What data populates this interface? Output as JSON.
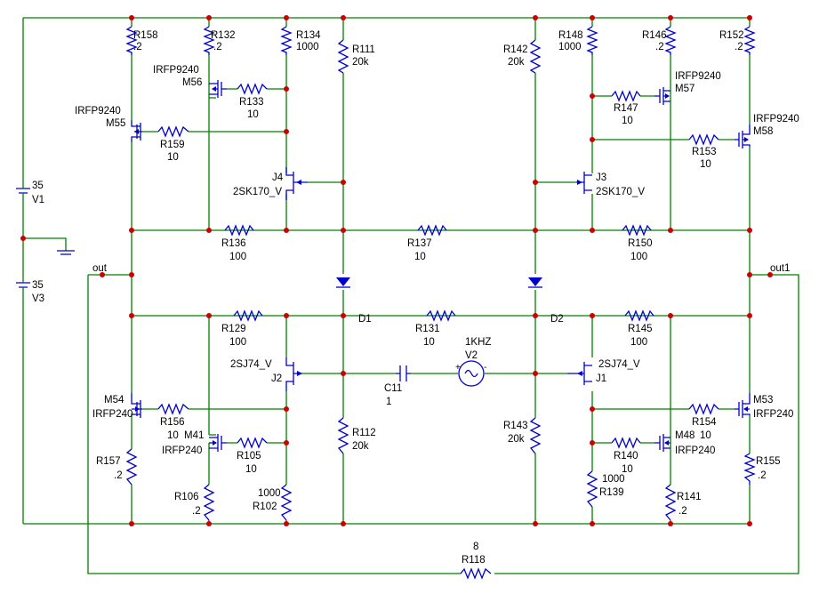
{
  "schematic": {
    "nets": {
      "out_left": "out",
      "out_right": "out1"
    },
    "resistors": {
      "R158": {
        "ref": "R158",
        "value": ".2"
      },
      "R132": {
        "ref": "R132",
        "value": ".2"
      },
      "R134": {
        "ref": "R134",
        "value": "1000"
      },
      "R111": {
        "ref": "R111",
        "value": "20k"
      },
      "R142": {
        "ref": "R142",
        "value": "20k"
      },
      "R148": {
        "ref": "R148",
        "value": "1000"
      },
      "R146": {
        "ref": "R146",
        "value": ".2"
      },
      "R152": {
        "ref": "R152",
        "value": ".2"
      },
      "R133": {
        "ref": "R133",
        "value": "10"
      },
      "R159": {
        "ref": "R159",
        "value": "10"
      },
      "R147": {
        "ref": "R147",
        "value": "10"
      },
      "R153": {
        "ref": "R153",
        "value": "10"
      },
      "R136": {
        "ref": "R136",
        "value": "100"
      },
      "R137": {
        "ref": "R137",
        "value": "10"
      },
      "R150": {
        "ref": "R150",
        "value": "100"
      },
      "R129": {
        "ref": "R129",
        "value": "100"
      },
      "R131": {
        "ref": "R131",
        "value": "10"
      },
      "R145": {
        "ref": "R145",
        "value": "100"
      },
      "R156": {
        "ref": "R156",
        "value": "10"
      },
      "R105": {
        "ref": "R105",
        "value": "10"
      },
      "R154": {
        "ref": "R154",
        "value": "10"
      },
      "R140": {
        "ref": "R140",
        "value": "10"
      },
      "R112": {
        "ref": "R112",
        "value": "20k"
      },
      "R143": {
        "ref": "R143",
        "value": "20k"
      },
      "R157": {
        "ref": "R157",
        "value": ".2"
      },
      "R106": {
        "ref": "R106",
        "value": ".2"
      },
      "R102": {
        "ref": "R102",
        "value": "1000"
      },
      "R139": {
        "ref": "R139",
        "value": "1000"
      },
      "R141": {
        "ref": "R141",
        "value": ".2"
      },
      "R155": {
        "ref": "R155",
        "value": ".2"
      },
      "R118": {
        "ref": "R118",
        "value": "8"
      }
    },
    "mosfets": {
      "M56": {
        "ref": "M56",
        "part": "IRFP9240"
      },
      "M55": {
        "ref": "M55",
        "part": "IRFP9240"
      },
      "M57": {
        "ref": "M57",
        "part": "IRFP9240"
      },
      "M58": {
        "ref": "M58",
        "part": "IRFP9240"
      },
      "M54": {
        "ref": "M54",
        "part": "IRFP240"
      },
      "M41": {
        "ref": "M41",
        "part": "IRFP240"
      },
      "M48": {
        "ref": "M48",
        "part": "IRFP240"
      },
      "M53": {
        "ref": "M53",
        "part": "IRFP240"
      }
    },
    "jfets": {
      "J4": {
        "ref": "J4",
        "part": "2SK170_V"
      },
      "J3": {
        "ref": "J3",
        "part": "2SK170_V"
      },
      "J2": {
        "ref": "J2",
        "part": "2SJ74_V"
      },
      "J1": {
        "ref": "J1",
        "part": "2SJ74_V"
      }
    },
    "diodes": {
      "D1": {
        "ref": "D1"
      },
      "D2": {
        "ref": "D2"
      }
    },
    "capacitors": {
      "C11": {
        "ref": "C11",
        "value": "1"
      }
    },
    "sources": {
      "V1": {
        "ref": "V1",
        "value": "35"
      },
      "V3": {
        "ref": "V3",
        "value": "35"
      },
      "V2": {
        "ref": "V2",
        "value": "1KHZ"
      }
    },
    "colors": {
      "wire": "#008000",
      "component": "#0000cc",
      "junction": "#cc0000",
      "text": "#000000"
    }
  }
}
